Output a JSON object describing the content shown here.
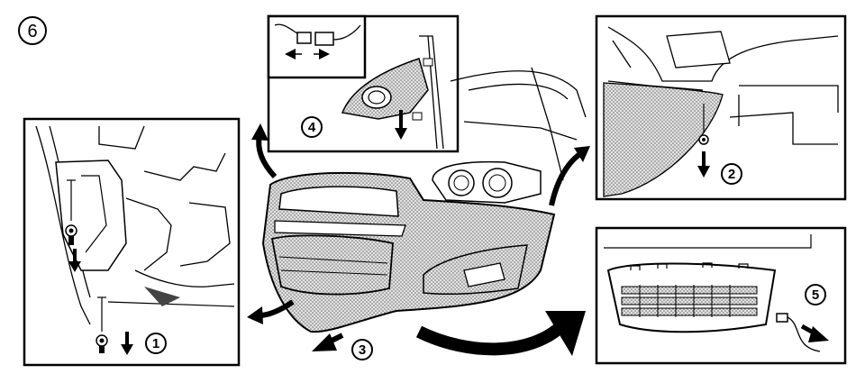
{
  "figure": {
    "figure_number": "6",
    "steps": [
      {
        "number": "1"
      },
      {
        "number": "2"
      },
      {
        "number": "3"
      },
      {
        "number": "4"
      },
      {
        "number": "5"
      }
    ]
  },
  "colors": {
    "line": "#000000",
    "panel_border": "#000000",
    "stipple_fill": "#c9c9c9",
    "background": "#ffffff"
  }
}
